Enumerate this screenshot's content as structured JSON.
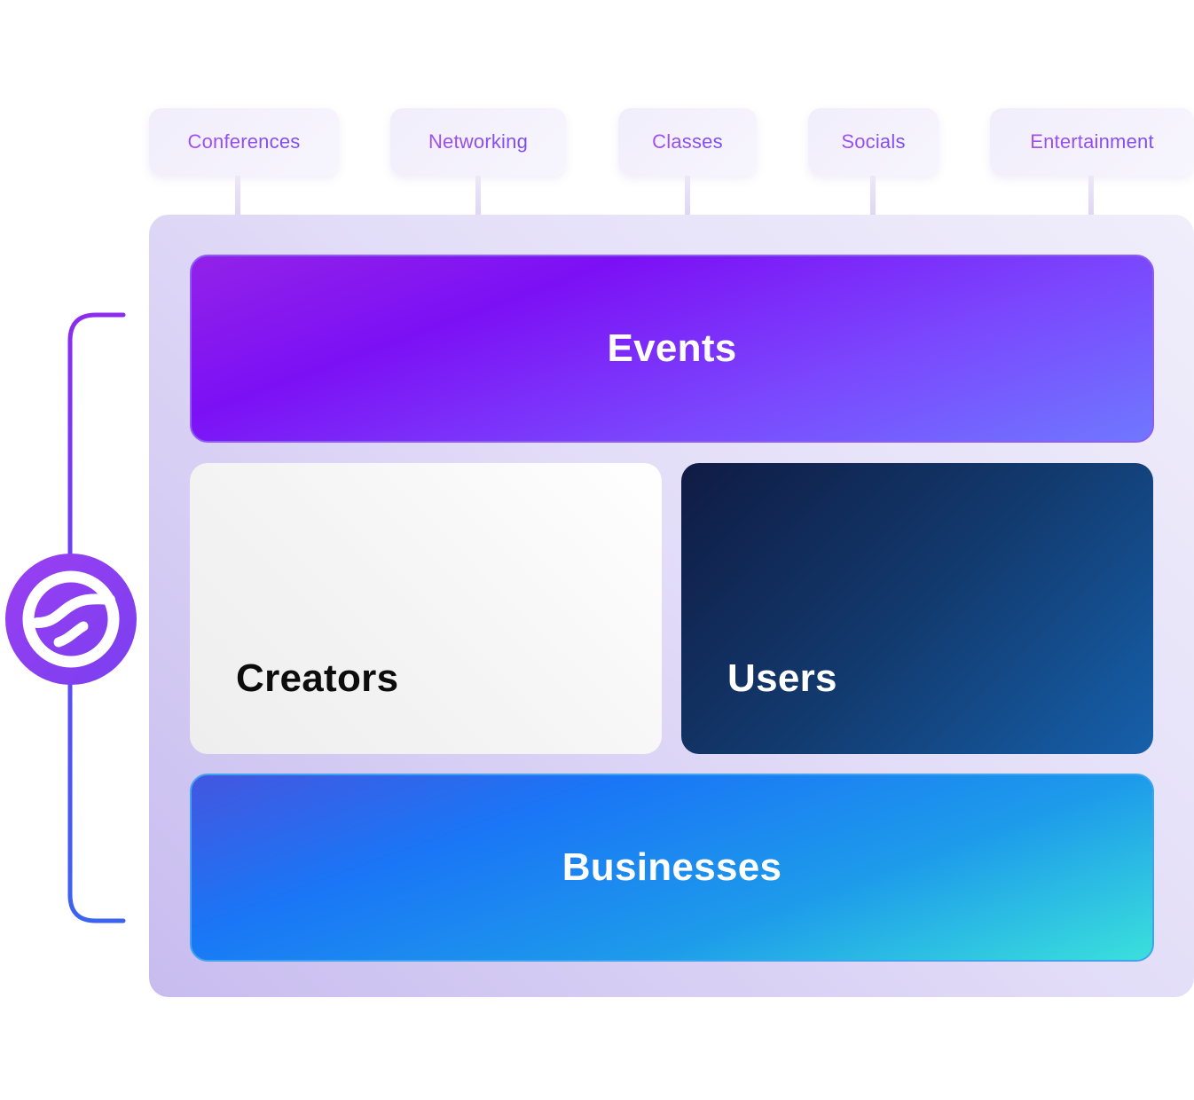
{
  "tags": [
    {
      "label": "Conferences"
    },
    {
      "label": "Networking"
    },
    {
      "label": "Classes"
    },
    {
      "label": "Socials"
    },
    {
      "label": "Entertainment"
    }
  ],
  "blocks": {
    "events": "Events",
    "creators": "Creators",
    "users": "Users",
    "businesses": "Businesses"
  },
  "colors": {
    "tag_text": "#8a4cf3",
    "events_gradient": [
      "#9222e8",
      "#7c10f5",
      "#6f78ff"
    ],
    "users_gradient": [
      "#101b44",
      "#1660ab"
    ],
    "businesses_gradient": [
      "#4456e0",
      "#1a76f6",
      "#3be0dc"
    ],
    "bracket_gradient": [
      "#8b2cf0",
      "#3b63f0"
    ],
    "logo": "#8a3ff0"
  },
  "icons": {
    "logo": "brand-logo-icon"
  }
}
